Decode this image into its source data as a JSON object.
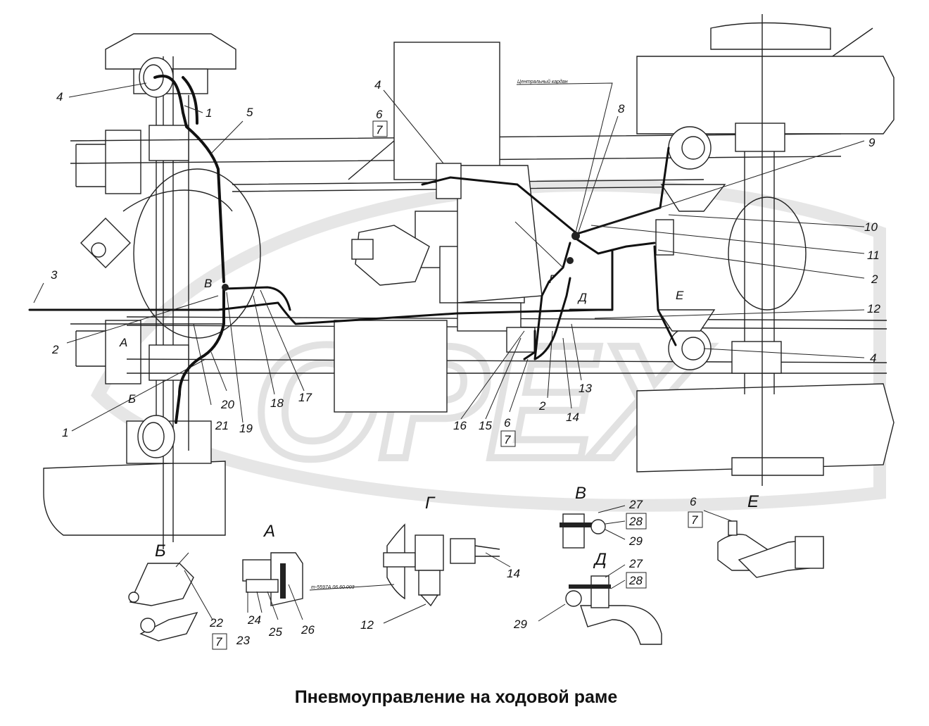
{
  "title": "Пневмоуправление на ходовой раме",
  "watermark": "OPEX",
  "callouts": [
    "1",
    "2",
    "3",
    "4",
    "5",
    "6",
    "7",
    "8",
    "9",
    "10",
    "11",
    "12",
    "13",
    "14",
    "15",
    "16",
    "17",
    "18",
    "19",
    "20",
    "21",
    "22",
    "23",
    "24",
    "25",
    "26",
    "27",
    "28",
    "29"
  ],
  "detail_labels": {
    "a": "А",
    "b": "Б",
    "v": "В",
    "g": "Г",
    "d": "Д",
    "e": "Е"
  },
  "tiny_texts": {
    "top_note": "Центральный кардан",
    "detail_g_note": "m-5597А.06.60.003"
  },
  "colors": {
    "line": "#222222",
    "watermark": "#e6e6e6"
  }
}
